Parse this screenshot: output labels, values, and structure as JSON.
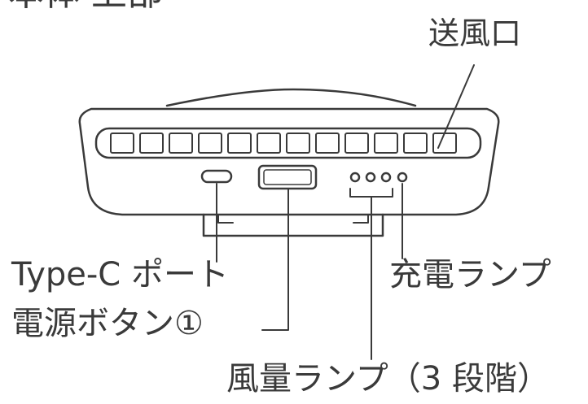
{
  "header": {
    "title": "本体 上部"
  },
  "labels": {
    "vent": "送風口",
    "type_c_port": "Type-C ポート",
    "power_button": "電源ボタン①",
    "charge_lamp": "充電ランプ",
    "wind_lamp": "風量ランプ（3 段階）"
  },
  "colors": {
    "line": "#3a3a3a",
    "fill": "#ffffff"
  }
}
